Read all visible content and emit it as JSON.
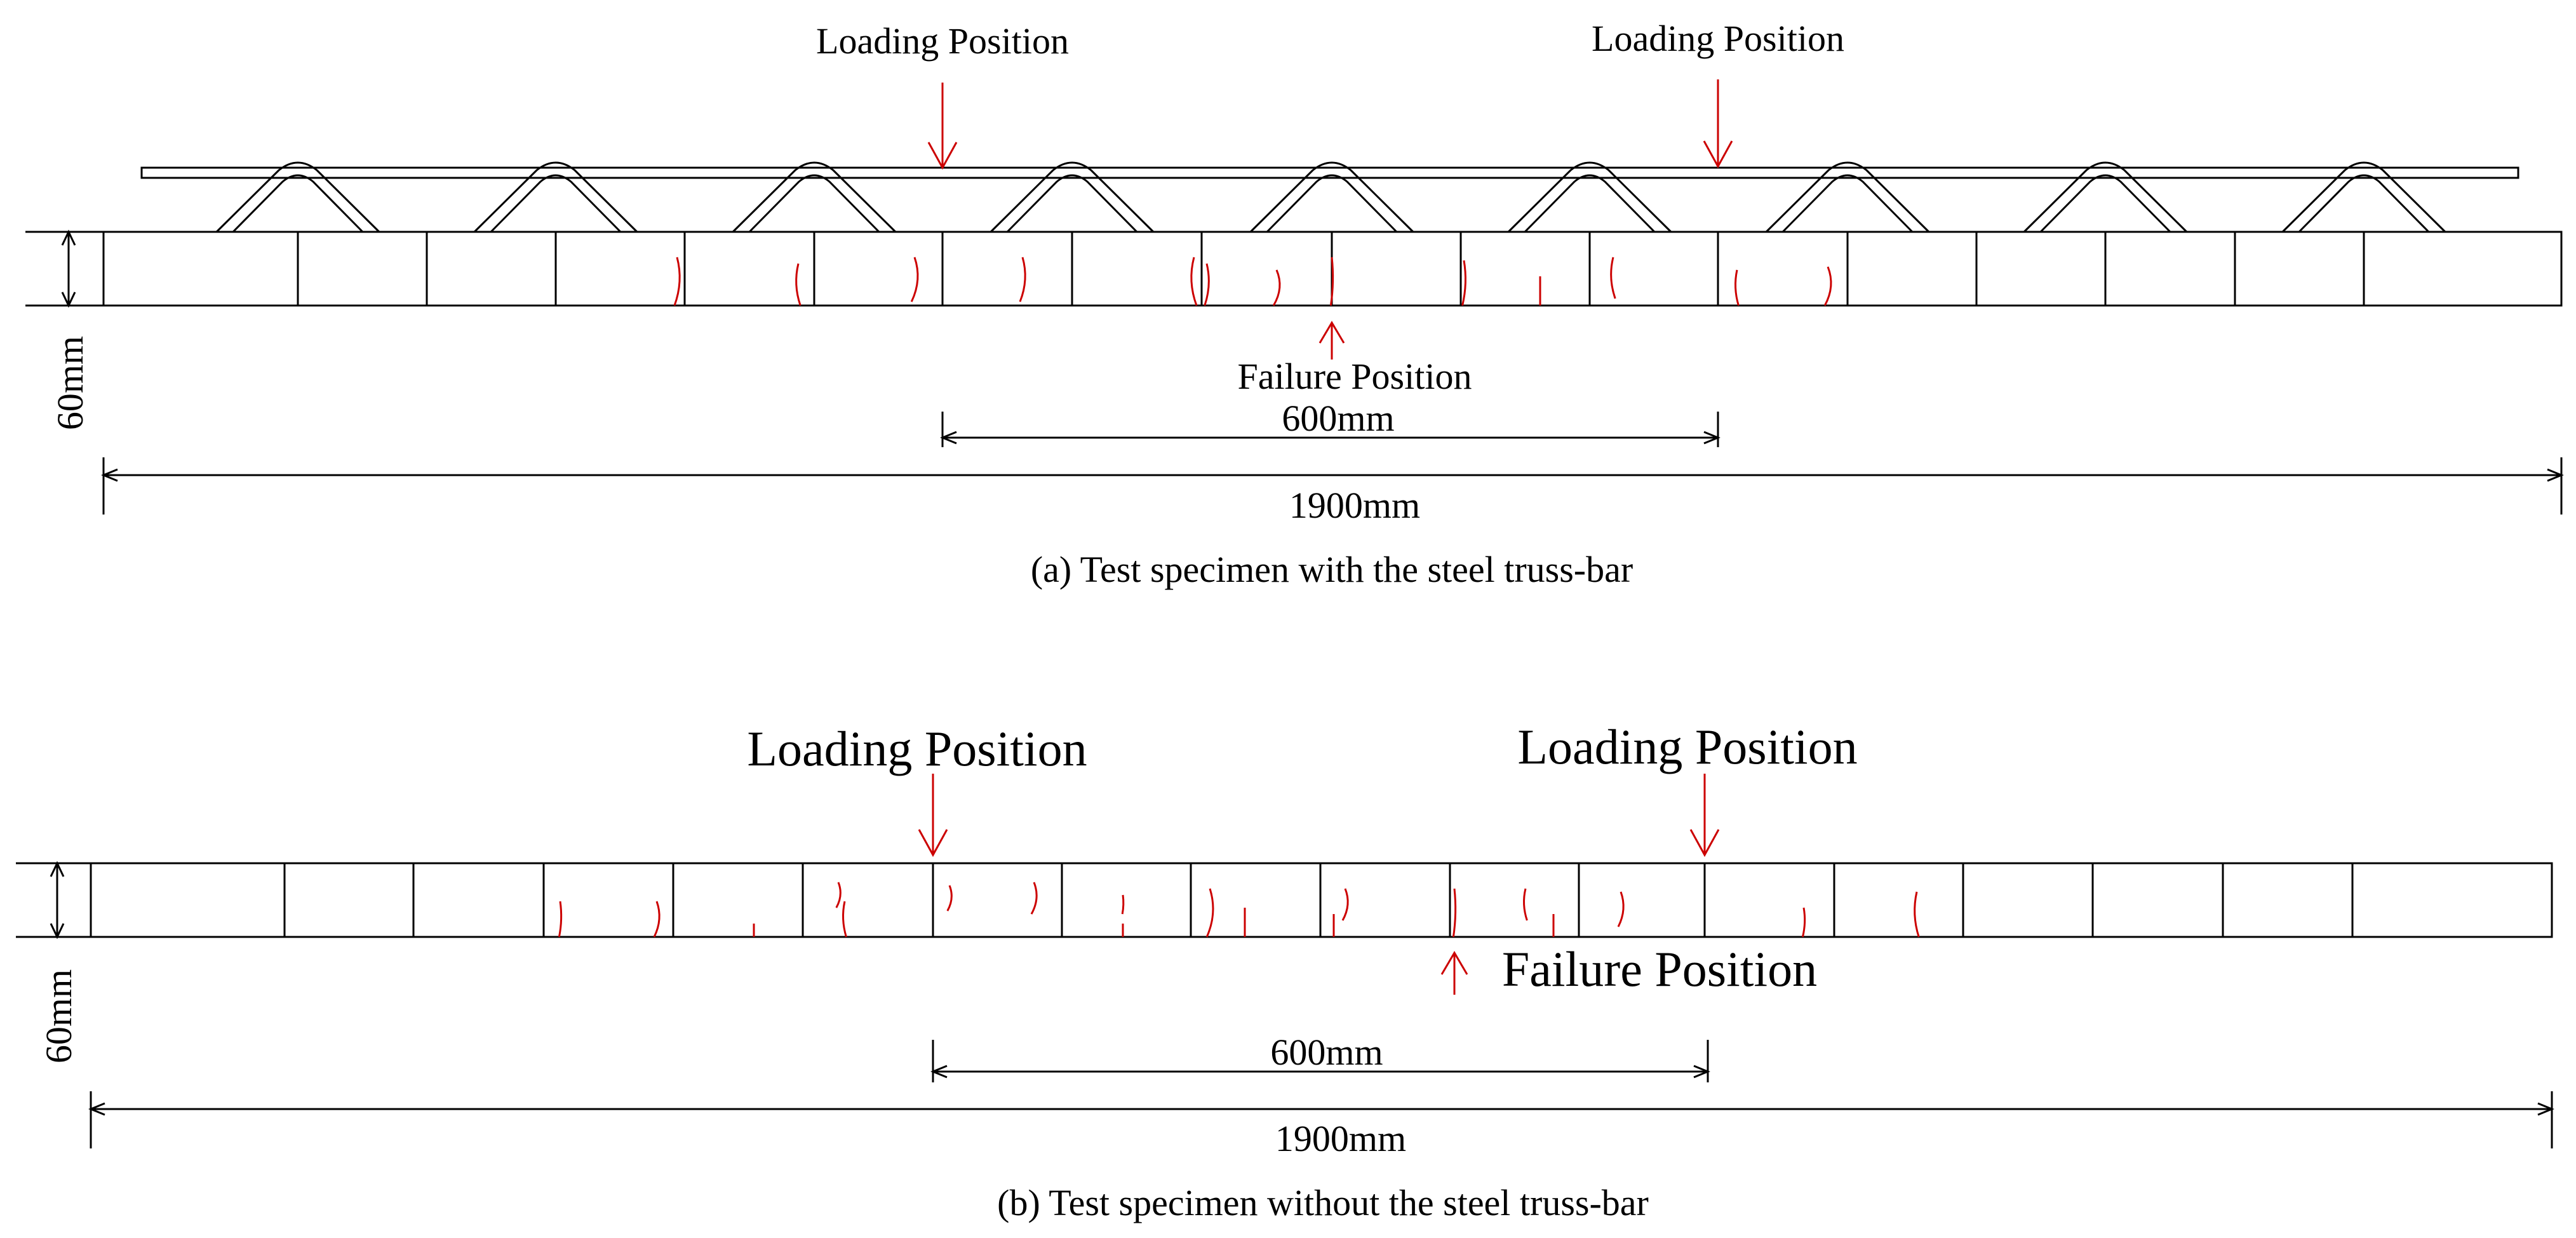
{
  "colors": {
    "line": "#000000",
    "crack": "#cc0000",
    "arrow": "#cc0000",
    "background": "#ffffff"
  },
  "panel_a": {
    "caption": "(a) Test specimen with the steel truss-bar",
    "loading_left": "Loading Position",
    "loading_right": "Loading Position",
    "failure": "Failure Position",
    "depth_label": "60mm",
    "span_label": "600mm",
    "length_label": "1900mm",
    "segments": 18,
    "truss_bumps": 9
  },
  "panel_b": {
    "caption": "(b) Test specimen without the steel truss-bar",
    "loading_left": "Loading Position",
    "loading_right": "Loading Position",
    "failure": "Failure Position",
    "depth_label": "60mm",
    "span_label": "600mm",
    "length_label": "1900mm",
    "segments": 18
  }
}
